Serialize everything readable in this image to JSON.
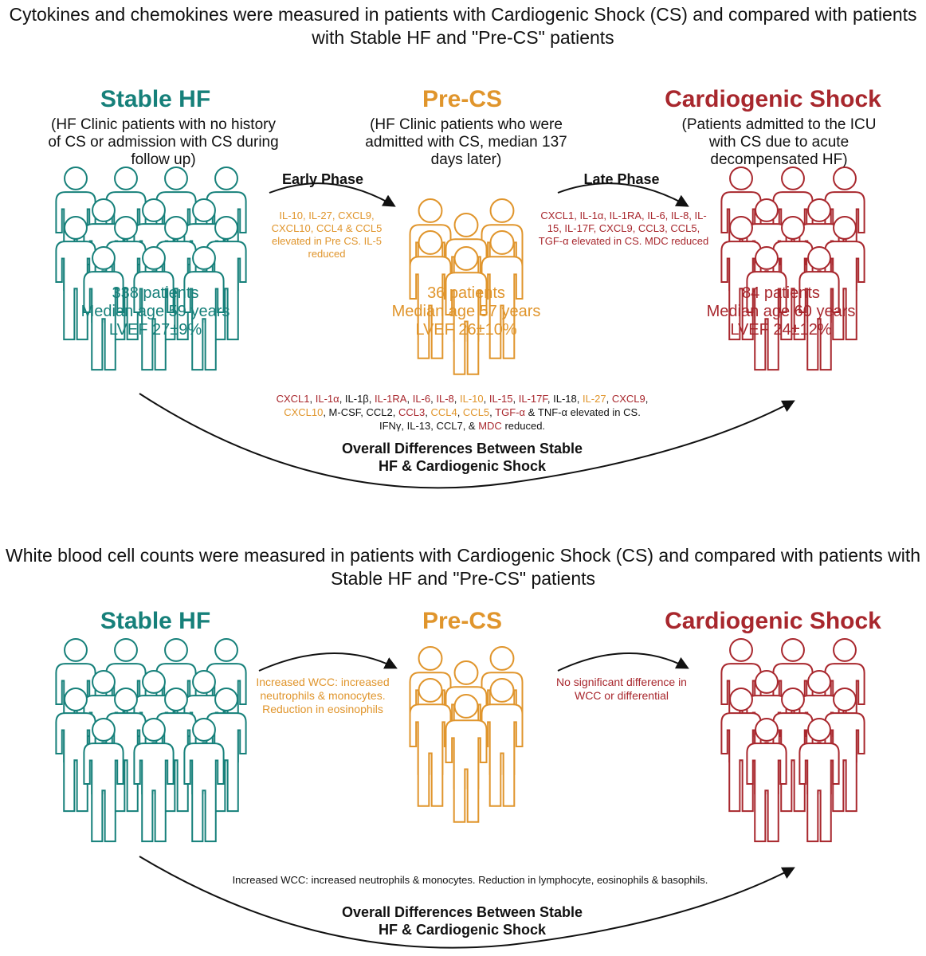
{
  "colors": {
    "teal": "#16807a",
    "orange": "#e0952c",
    "red": "#a8272d",
    "dark": "#111111"
  },
  "panel1": {
    "heading": "Cytokines and chemokines were measured in patients with Cardiogenic Shock (CS) and compared with patients with Stable HF and \"Pre-CS\" patients",
    "groups": {
      "stable": {
        "title": "Stable HF",
        "description": "(HF Clinic patients with no history of CS or admission with CS during follow up)",
        "stat1": "338 patients",
        "stat2": "Median age 59 years",
        "stat3": "LVEF 27±9%"
      },
      "precs": {
        "title": "Pre-CS",
        "description": "(HF Clinic patients who were admitted with CS, median 137 days later)",
        "stat1": "36 patients",
        "stat2": "Median age 57 years",
        "stat3": "LVEF 26±10%"
      },
      "shock": {
        "title": "Cardiogenic Shock",
        "description": "(Patients admitted to the ICU with CS due to acute decompensated HF)",
        "stat1": "84 patients",
        "stat2": "Median age 60 years",
        "stat3": "LVEF 24±12%"
      }
    },
    "early_phase": {
      "label": "Early Phase",
      "text": "IL-10, IL-27, CXCL9, CXCL10, CCL4 & CCL5 elevated in Pre CS. IL-5 reduced"
    },
    "late_phase": {
      "label": "Late Phase",
      "text": "CXCL1, IL-1α, IL-1RA, IL-6, IL-8, IL-15, IL-17F, CXCL9, CCL3, CCL5, TGF-α elevated in CS. MDC reduced"
    },
    "overall": {
      "label_line1": "Overall Differences Between Stable",
      "label_line2": "HF & Cardiogenic Shock",
      "line1": [
        {
          "t": "CXCL1",
          "c": "red"
        },
        {
          "t": ", ",
          "c": "dark"
        },
        {
          "t": "IL-1α",
          "c": "red"
        },
        {
          "t": ", IL-1β, ",
          "c": "dark"
        },
        {
          "t": "IL-1RA",
          "c": "red"
        },
        {
          "t": ", ",
          "c": "dark"
        },
        {
          "t": "IL-6",
          "c": "red"
        },
        {
          "t": ", ",
          "c": "dark"
        },
        {
          "t": "IL-8",
          "c": "red"
        },
        {
          "t": ", ",
          "c": "dark"
        },
        {
          "t": "IL-10",
          "c": "orange"
        },
        {
          "t": ", ",
          "c": "dark"
        },
        {
          "t": "IL-15",
          "c": "red"
        },
        {
          "t": ", ",
          "c": "dark"
        },
        {
          "t": "IL-17F",
          "c": "red"
        },
        {
          "t": ", IL-18, ",
          "c": "dark"
        },
        {
          "t": "IL-27",
          "c": "orange"
        },
        {
          "t": ", ",
          "c": "dark"
        },
        {
          "t": "CXCL9",
          "c": "red"
        },
        {
          "t": ",",
          "c": "dark"
        }
      ],
      "line2": [
        {
          "t": "CXCL10",
          "c": "orange"
        },
        {
          "t": ", M-CSF, CCL2, ",
          "c": "dark"
        },
        {
          "t": "CCL3",
          "c": "red"
        },
        {
          "t": ", ",
          "c": "dark"
        },
        {
          "t": "CCL4",
          "c": "orange"
        },
        {
          "t": ", ",
          "c": "dark"
        },
        {
          "t": "CCL5",
          "c": "orange"
        },
        {
          "t": ", ",
          "c": "dark"
        },
        {
          "t": "TGF-α",
          "c": "red"
        },
        {
          "t": " & TNF-α elevated in CS.",
          "c": "dark"
        }
      ],
      "line3": [
        {
          "t": "IFNγ, IL-13, CCL7, & ",
          "c": "dark"
        },
        {
          "t": "MDC",
          "c": "red"
        },
        {
          "t": " reduced.",
          "c": "dark"
        }
      ]
    }
  },
  "panel2": {
    "heading": "White blood cell counts were measured in patients with Cardiogenic Shock (CS) and compared with patients with Stable HF and \"Pre-CS\" patients",
    "groups": {
      "stable": {
        "title": "Stable HF"
      },
      "precs": {
        "title": "Pre-CS"
      },
      "shock": {
        "title": "Cardiogenic Shock"
      }
    },
    "early_text": "Increased WCC: increased neutrophils & monocytes. Reduction in eosinophils",
    "late_text": "No significant difference in WCC or differential",
    "overall": {
      "text": "Increased WCC: increased neutrophils & monocytes. Reduction in lymphocyte, eosinophils & basophils.",
      "label_line1": "Overall Differences Between Stable",
      "label_line2": "HF & Cardiogenic Shock"
    }
  }
}
